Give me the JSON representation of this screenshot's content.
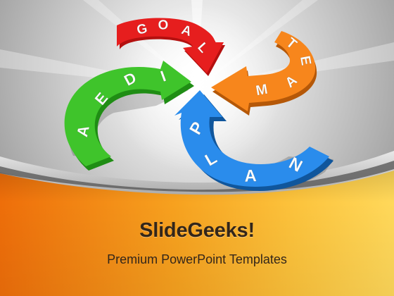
{
  "slide": {
    "brand_title": "SlideGeeks!",
    "brand_subtitle": "Premium PowerPoint Templates"
  },
  "arrows": [
    {
      "id": "goal",
      "word": "GOAL",
      "color": "#e41d1d",
      "icon": "red-curved-arrow"
    },
    {
      "id": "team",
      "word": "TEAM",
      "color": "#f5811a",
      "icon": "orange-curved-arrow"
    },
    {
      "id": "idea",
      "word": "IDEA",
      "color": "#3cc32a",
      "icon": "green-curved-arrow"
    },
    {
      "id": "plan",
      "word": "PLAN",
      "color": "#1f86e6",
      "icon": "blue-curved-arrow"
    }
  ],
  "colors": {
    "background_top": "#cfcfcf",
    "background_glow": "#ffffff",
    "footer_orange": "#f07d0e",
    "footer_light": "#ffd24a",
    "text_dark": "#33261a"
  }
}
